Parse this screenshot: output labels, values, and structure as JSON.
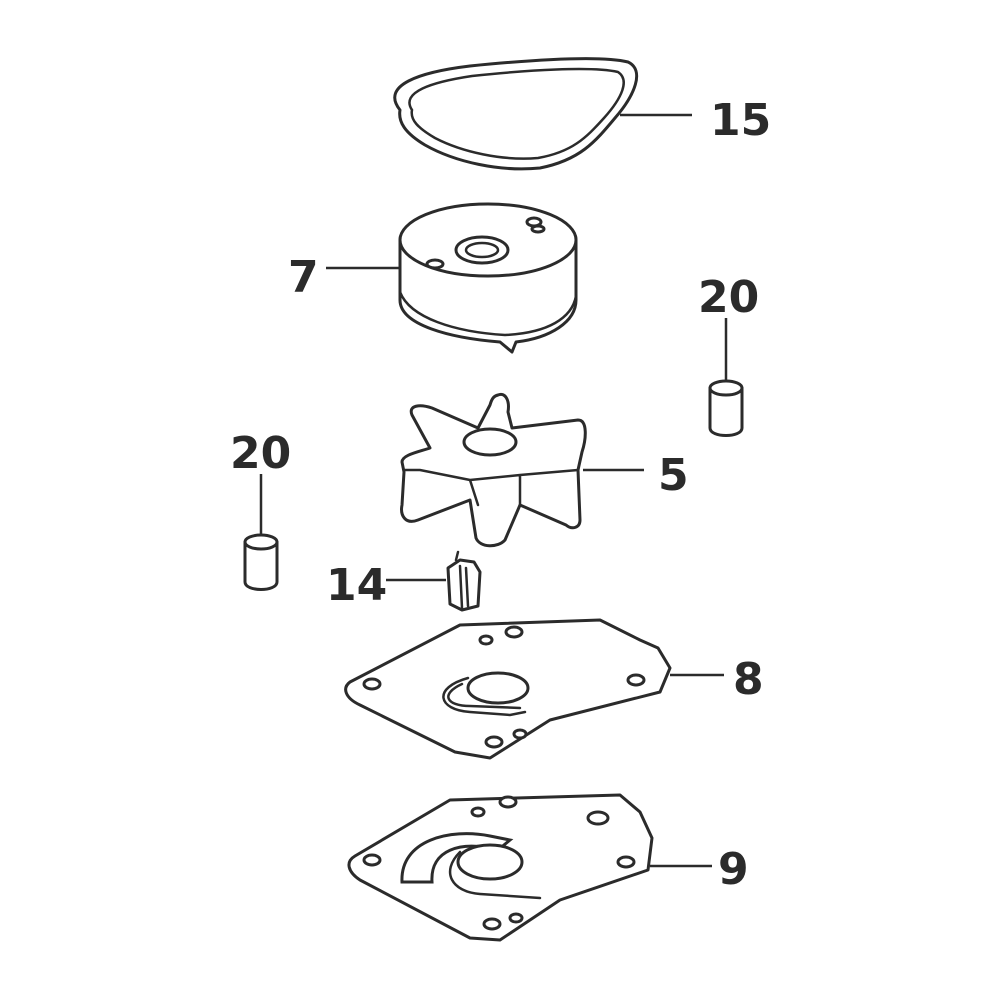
{
  "callouts": {
    "seal_ring": "15",
    "pump_housing": "7",
    "pin_right": "20",
    "pin_left": "20",
    "impeller": "5",
    "key": "14",
    "plate": "8",
    "gasket": "9"
  }
}
